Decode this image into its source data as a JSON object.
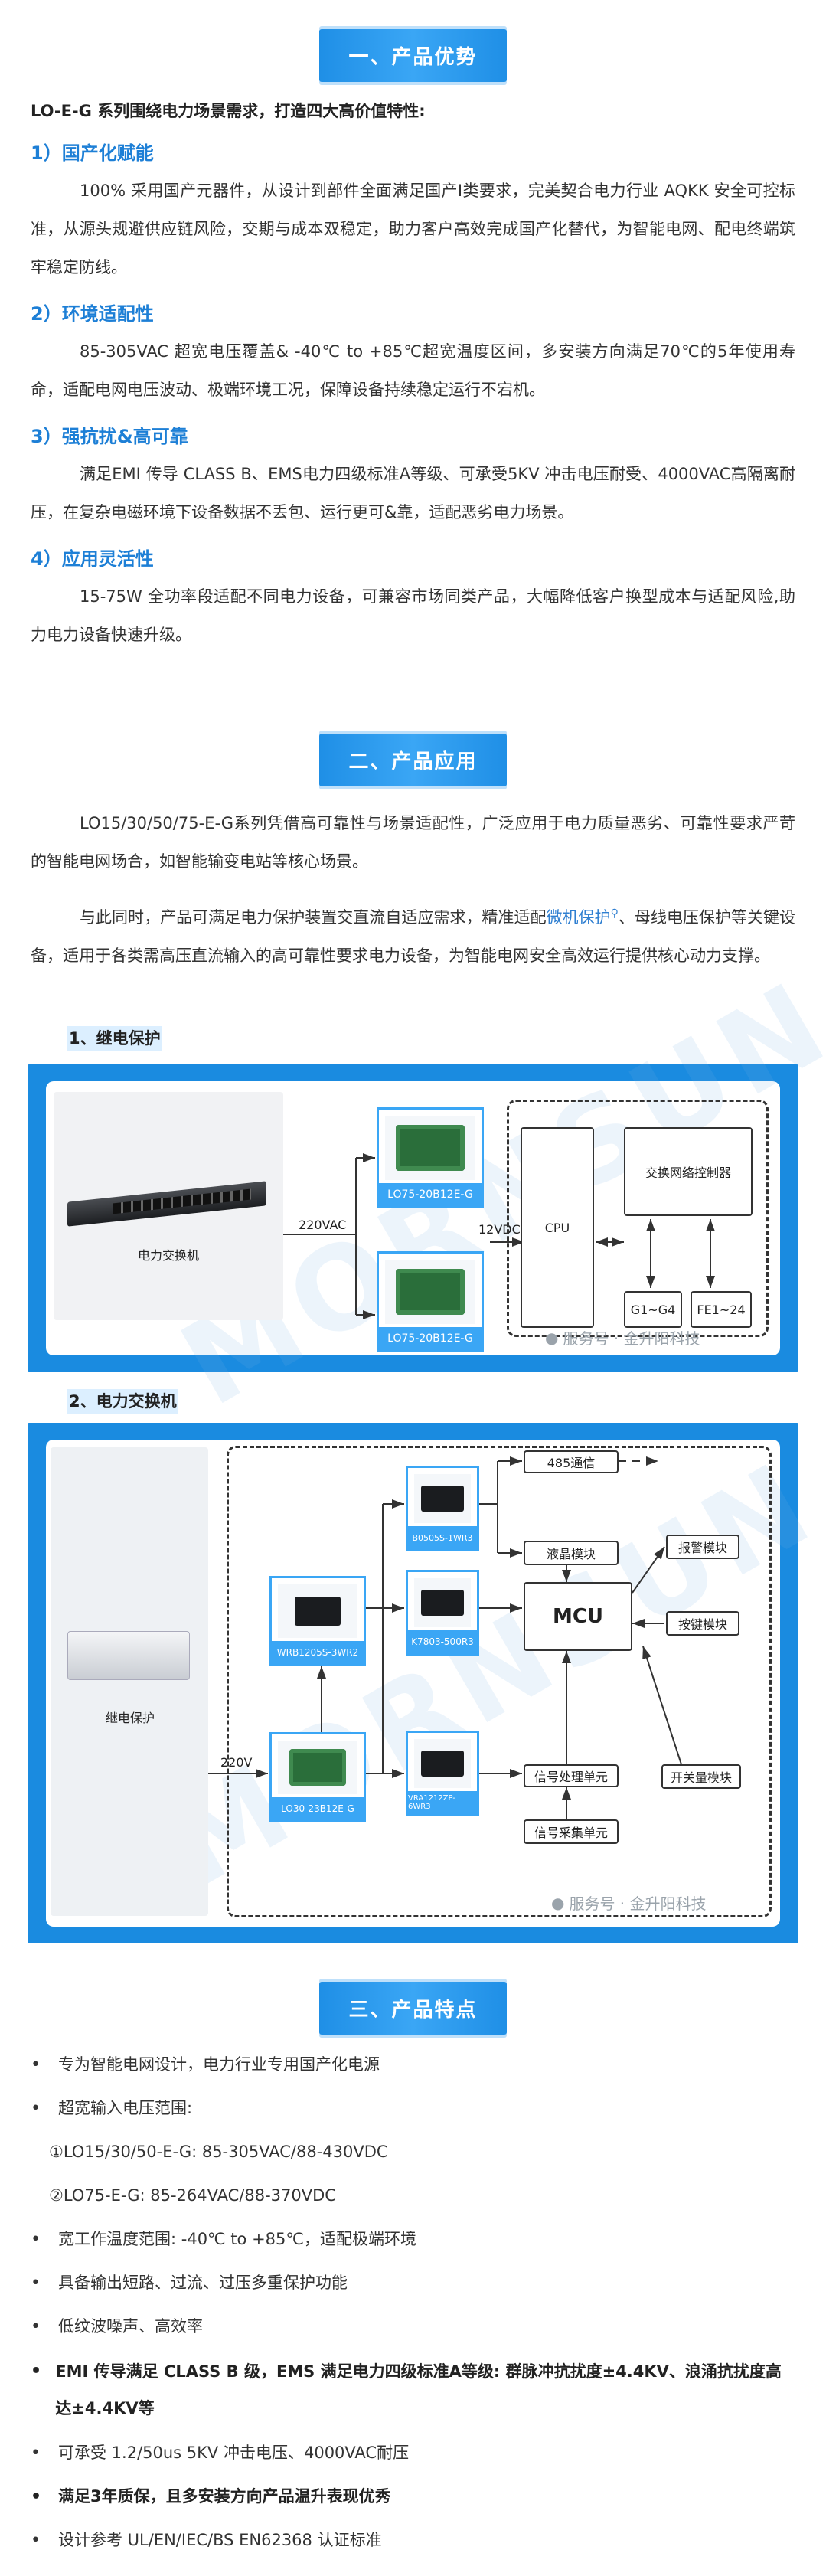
{
  "section1": {
    "title": "一、产品优势",
    "lead": "LO-E-G 系列围绕电力场景需求，打造四大高价值特性:",
    "items": [
      {
        "heading": "1）国产化赋能",
        "text": "100% 采用国产元器件，从设计到部件全面满足国产I类要求，完美契合电力行业 AQKK 安全可控标准，从源头规避供应链风险，交期与成本双稳定，助力客户高效完成国产化替代，为智能电网、配电终端筑牢稳定防线。"
      },
      {
        "heading": "2）环境适配性",
        "text": "85-305VAC 超宽电压覆盖& -40℃ to +85℃超宽温度区间，多安装方向满足70℃的5年使用寿命，适配电网电压波动、极端环境工况，保障设备持续稳定运行不宕机。"
      },
      {
        "heading": "3）强抗扰&高可靠",
        "text": "满足EMI 传导 CLASS B、EMS电力四级标准A等级、可承受5KV 冲击电压耐受、4000VAC高隔离耐压，在复杂电磁环境下设备数据不丢包、运行更可&靠，适配恶劣电力场景。"
      },
      {
        "heading": "4）应用灵活性",
        "text": "15-75W 全功率段适配不同电力设备，可兼容市场同类产品，大幅降低客户换型成本与适配风险,助力电力设备快速升级。"
      }
    ]
  },
  "section2": {
    "title": "二、产品应用",
    "para1": "LO15/30/50/75-E-G系列凭借高可靠性与场景适配性，广泛应用于电力质量恶劣、可靠性要求严苛的智能电网场合，如智能输变电站等核心场景。",
    "para2_a": "与此同时，产品可满足电力保护装置交直流自适应需求，精准适配",
    "para2_link": "微机保护",
    "para2_b": "、母线电压保护等关键设备，适用于各类需高压直流输入的高可靠性要求电力设备，为智能电网安全高效运行提供核心动力支撑。",
    "app1": {
      "title": "1、继电保护",
      "device_label": "电力交换机",
      "input_label": "220VAC",
      "output_label": "12VDC",
      "module1": "LO75-20B12E-G",
      "module2": "LO75-20B12E-G",
      "cpu": "CPU",
      "switch_ctrl": "交换网络控制器",
      "port1": "G1~G4",
      "port2": "FE1~24",
      "watermark": "MORNSUN",
      "wechat": "服务号 · 金升阳科技"
    },
    "app2": {
      "title": "2、电力交换机",
      "device_label": "继电保护",
      "input_label": "220V",
      "mod_main": "LO30-23B12E-G",
      "mod_wrb": "WRB1205S-3WR2",
      "mod_b0505": "B0505S-1WR3",
      "mod_k7803": "K7803-500R3",
      "mod_vra": "VRA1212ZP-6WR3",
      "mcu": "MCU",
      "comm485": "485通信",
      "lcd": "液晶模块",
      "alarm": "报警模块",
      "keys": "按键模块",
      "signal_proc": "信号处理单元",
      "switch_mod": "开关量模块",
      "signal_acq": "信号采集单元",
      "watermark": "MORNSUN",
      "wechat": "服务号 · 金升阳科技"
    }
  },
  "section3": {
    "title": "三、产品特点",
    "features": [
      {
        "text": "专为智能电网设计，电力行业专用国产化电源",
        "bold": false
      },
      {
        "text": "超宽输入电压范围:",
        "bold": false,
        "sub": [
          "①LO15/30/50-E-G: 85-305VAC/88-430VDC",
          "②LO75-E-G: 85-264VAC/88-370VDC"
        ]
      },
      {
        "text": "宽工作温度范围: -40℃ to +85℃，适配极端环境",
        "bold": false
      },
      {
        "text": "具备输出短路、过流、过压多重保护功能",
        "bold": false
      },
      {
        "text": "低纹波噪声、高效率",
        "bold": false
      },
      {
        "text": "EMI 传导满足 CLASS B 级，EMS 满足电力四级标准A等级: 群脉冲抗扰度±4.4KV、浪涌抗扰度高达±4.4KV等",
        "bold": true
      },
      {
        "text": "可承受 1.2/50us 5KV 冲击电压、4000VAC耐压",
        "bold": false
      },
      {
        "text": "满足3年质保，且多安装方向产品温升表现优秀",
        "bold": true
      },
      {
        "text": "设计参考 UL/EN/IEC/BS EN62368 认证标准",
        "bold": false
      }
    ]
  },
  "icons": {
    "search": "search-icon",
    "wechat": "wechat-icon"
  },
  "colors": {
    "accent": "#1f8fe6",
    "heading": "#1d7fd6",
    "frame": "#1a8be0",
    "module_border": "#3aa6f5"
  }
}
